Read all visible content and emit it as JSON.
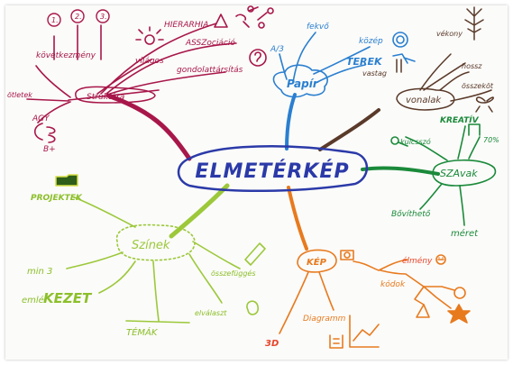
{
  "center": {
    "text": "ELMETÉRKÉP",
    "color": "#2b3aa8"
  },
  "branches": {
    "struktura": {
      "color": "#a8174a",
      "label": "Struktúra",
      "items": {
        "hierarchia": "HIERARHIA",
        "asszociacio": "ASSZociáció",
        "gondolattarsitas": "gondolattársítás",
        "vilagos": "világos",
        "kovetkezmeny": "következmény",
        "otletek": "ötletek",
        "agy": "AGY",
        "b_plus": "B+",
        "num1": "1.",
        "num2": "2.",
        "num3": "3."
      }
    },
    "papir": {
      "color": "#2a7fd0",
      "label": "Papír",
      "items": {
        "fekvo": "fekvő",
        "a3": "A/3",
        "kozep": "közép",
        "terek": "TEREK"
      }
    },
    "vonalak": {
      "color": "#5a3a2a",
      "label": "vonalak",
      "items": {
        "vastag": "vastag",
        "vekony": "vékony",
        "hossz": "hossz",
        "osszekot": "összeköt"
      }
    },
    "szavak": {
      "color": "#1a8a3a",
      "label": "SZAvak",
      "items": {
        "kreativ": "KREATÍV",
        "kulcsszo": "kulcsszó",
        "percent": "70%",
        "bovitheto": "Bővíthető",
        "meret": "méret"
      }
    },
    "kep": {
      "color": "#e87a1e",
      "label": "KÉP",
      "items": {
        "elmeny": "élmény",
        "kodok": "kódok",
        "diagramm": "Diagramm",
        "three_d": "3D"
      }
    },
    "szinek": {
      "color": "#9cc83a",
      "label": "Színek",
      "items": {
        "projektek": "PROJEKTEK",
        "min3": "min 3",
        "emlekezet_a": "emlé",
        "emlekezet_b": "KEZET",
        "temak": "TÉMÁK",
        "elvalaszt": "elválaszt",
        "osszefugges": "összefüggés"
      }
    }
  }
}
